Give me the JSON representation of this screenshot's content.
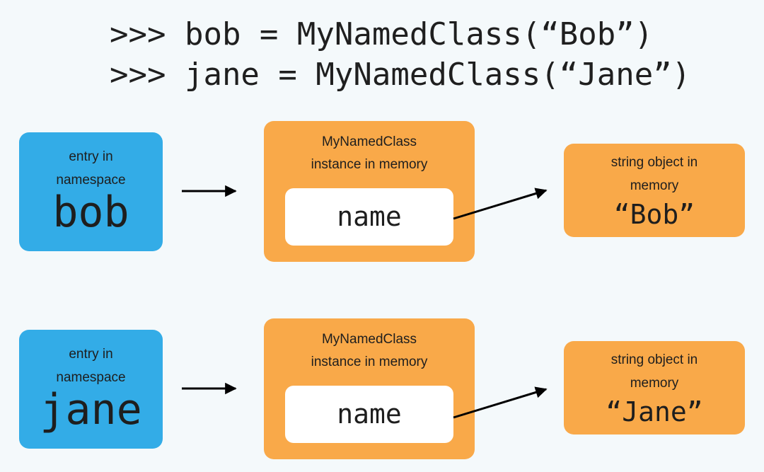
{
  "code": {
    "line1": ">>> bob = MyNamedClass(“Bob”)",
    "line2": ">>> jane = MyNamedClass(“Jane”)"
  },
  "rows": [
    {
      "namespace_caption": "entry in\nnamespace",
      "name": "bob",
      "instance_caption": "MyNamedClass\ninstance in memory",
      "field": "name",
      "string_caption": "string object in\nmemory",
      "string_value": "“Bob”"
    },
    {
      "namespace_caption": "entry in\nnamespace",
      "name": "jane",
      "instance_caption": "MyNamedClass\ninstance in memory",
      "field": "name",
      "string_caption": "string object in\nmemory",
      "string_value": "“Jane”"
    }
  ],
  "colors": {
    "background": "#f4f9fb",
    "namespace_box": "#33ace7",
    "object_box": "#f9a949",
    "field_box": "#ffffff",
    "arrow": "#000000",
    "text": "#1e1e1e"
  }
}
